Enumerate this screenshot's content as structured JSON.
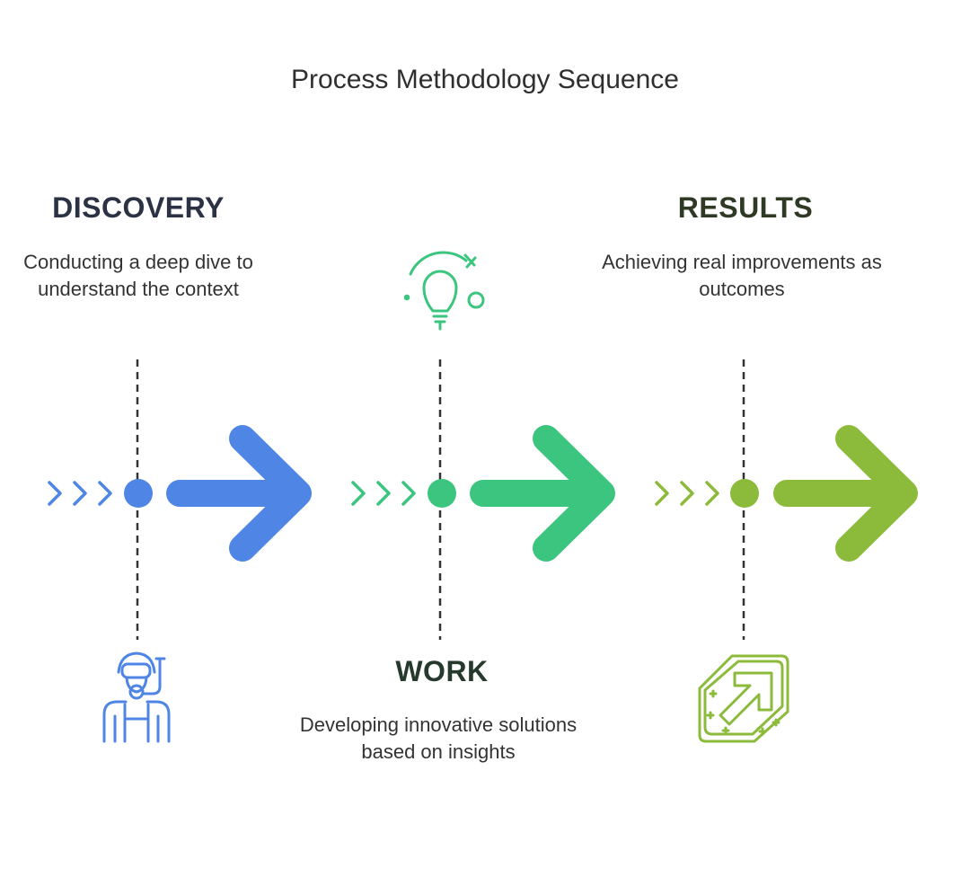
{
  "title": "Process Methodology Sequence",
  "colors": {
    "discovery": "#4f86e6",
    "work": "#3cc57f",
    "results": "#8cbb3b"
  },
  "stages": [
    {
      "heading": "DISCOVERY",
      "description": "Conducting a deep dive to understand the context",
      "icon": "snorkel-diver-icon"
    },
    {
      "heading": "WORK",
      "description": "Developing innovative solutions based on insights",
      "icon": "lightbulb-icon"
    },
    {
      "heading": "RESULTS",
      "description": "Achieving real improvements as outcomes",
      "icon": "improvement-arrow-icon"
    }
  ]
}
